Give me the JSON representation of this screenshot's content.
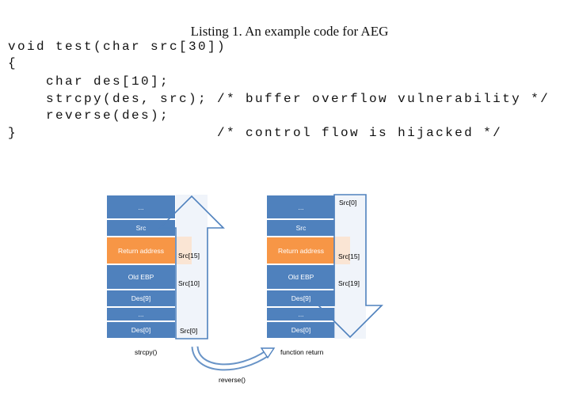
{
  "caption": "Listing 1.   An example code for AEG",
  "code": [
    "void test(char src[30])",
    "{",
    "    char des[10];",
    "    strcpy(des, src); /* buffer overflow vulnerability */",
    "    reverse(des);",
    "}                     /* control flow is hijacked */"
  ],
  "diagram": {
    "left_stack": {
      "cells": [
        "...",
        "Src",
        "Return address",
        "Old EBP",
        "Des[9]",
        "...",
        "Des[0]"
      ],
      "src_labels": [
        "Src[15]",
        "Src[10]",
        "Src[0]"
      ],
      "caption": "strcpy()"
    },
    "right_stack": {
      "cells": [
        "...",
        "Src",
        "Return address",
        "Old EBP",
        "Des[9]",
        "...",
        "Des[0]"
      ],
      "src_labels": [
        "Src[0]",
        "Src[15]",
        "Src[19]"
      ],
      "caption": "function return"
    },
    "transition_label": "reverse()",
    "colors": {
      "stack_cell": "#4f81bd",
      "return_cell": "#f79646",
      "arrow_outline": "#4f81bd"
    }
  }
}
